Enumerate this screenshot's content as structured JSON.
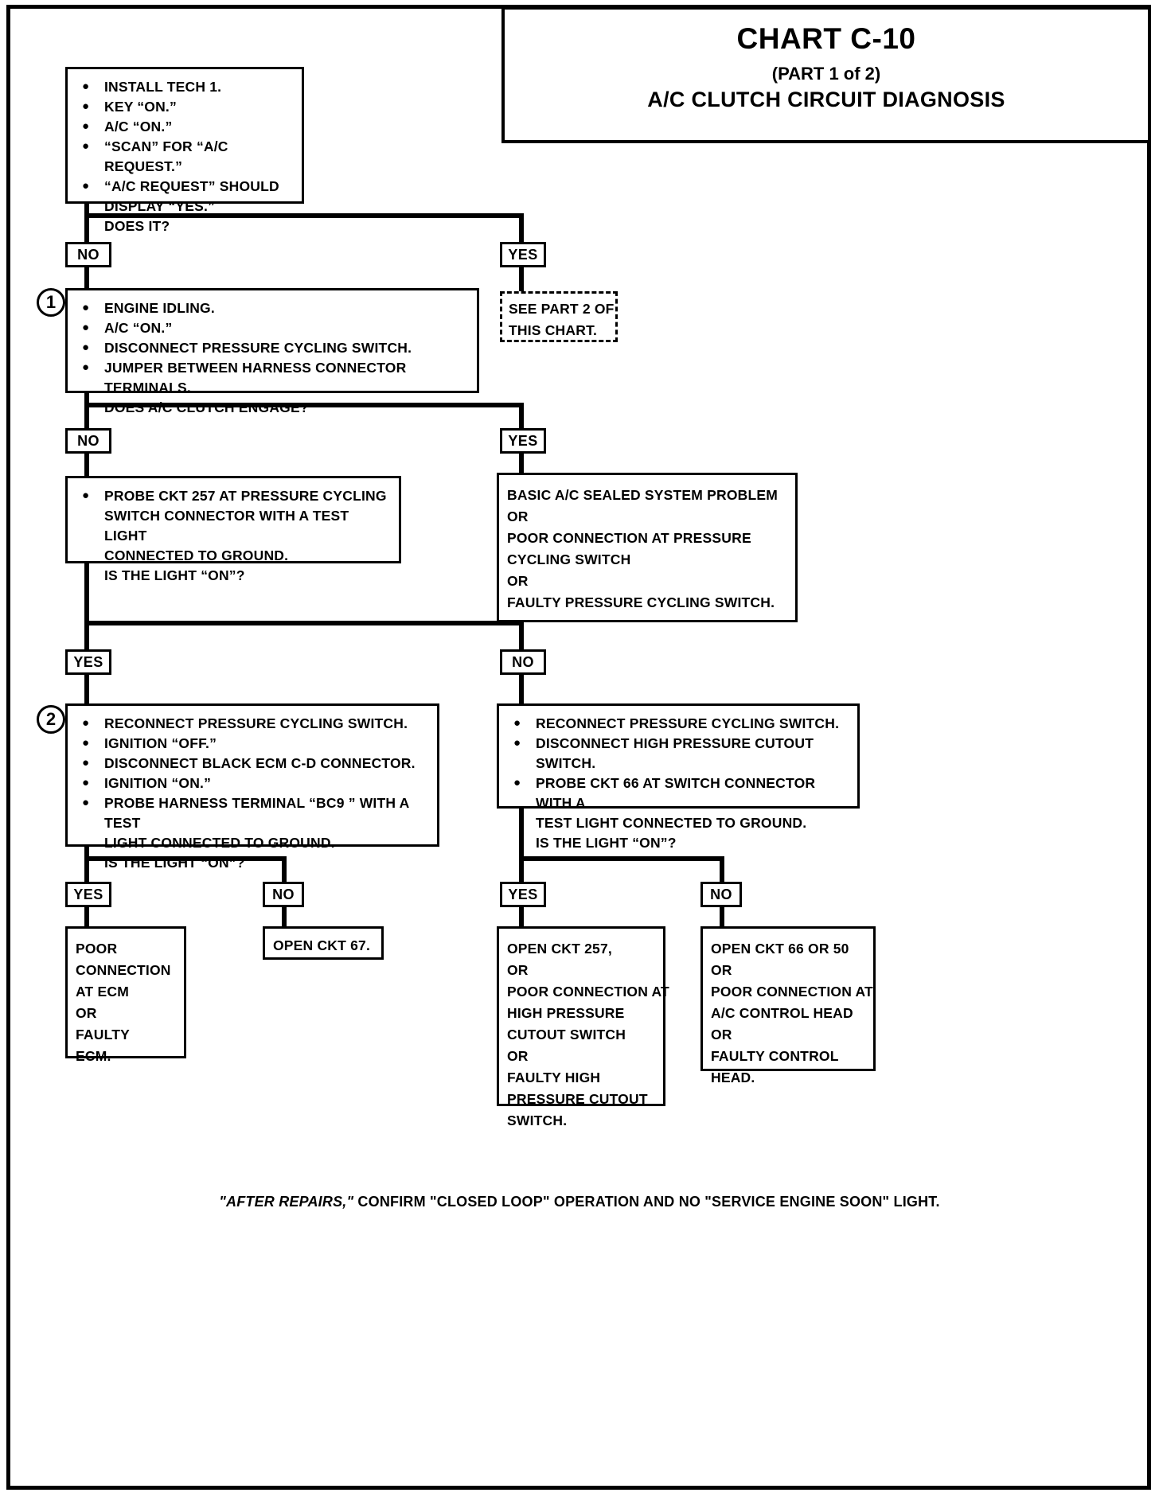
{
  "header": {
    "title": "CHART C-10",
    "part": "(PART 1 of 2)",
    "subtitle": "A/C CLUTCH CIRCUIT DIAGNOSIS"
  },
  "footer": {
    "prefix": "\"AFTER REPAIRS,\"",
    "rest": " CONFIRM \"CLOSED LOOP\" OPERATION AND NO \"SERVICE ENGINE SOON\" LIGHT."
  },
  "steps": {
    "one": "1",
    "two": "2"
  },
  "labels": {
    "no": "NO",
    "yes": "YES"
  },
  "boxes": {
    "start": {
      "lines": [
        {
          "bullet": true,
          "text": "INSTALL TECH 1."
        },
        {
          "bullet": true,
          "text": "KEY “ON.”"
        },
        {
          "bullet": true,
          "text": "A/C “ON.”"
        },
        {
          "bullet": true,
          "text": "“SCAN” FOR “A/C REQUEST.”"
        },
        {
          "bullet": true,
          "text": "“A/C REQUEST” SHOULD"
        },
        {
          "bullet": false,
          "text": "DISPLAY “YES.”"
        },
        {
          "bullet": false,
          "text": "DOES IT?"
        }
      ]
    },
    "see_part2": {
      "lines": [
        "SEE PART 2 OF",
        "THIS CHART."
      ]
    },
    "step1": {
      "lines": [
        {
          "bullet": true,
          "text": "ENGINE IDLING."
        },
        {
          "bullet": true,
          "text": "A/C “ON.”"
        },
        {
          "bullet": true,
          "text": "DISCONNECT PRESSURE CYCLING SWITCH."
        },
        {
          "bullet": true,
          "text": " JUMPER BETWEEN HARNESS CONNECTOR TERMINALS."
        },
        {
          "bullet": false,
          "text": "DOES A/C CLUTCH ENGAGE?"
        }
      ]
    },
    "probe257": {
      "lines": [
        {
          "bullet": true,
          "text": "PROBE CKT 257 AT PRESSURE CYCLING"
        },
        {
          "bullet": false,
          "text": "SWITCH CONNECTOR WITH A TEST LIGHT"
        },
        {
          "bullet": false,
          "text": "CONNECTED TO GROUND."
        },
        {
          "bullet": false,
          "text": "IS THE LIGHT “ON”?"
        }
      ]
    },
    "basic_ac": {
      "lines": [
        "BASIC A/C SEALED SYSTEM PROBLEM",
        "OR",
        "POOR CONNECTION AT PRESSURE",
        "CYCLING SWITCH",
        "OR",
        "FAULTY PRESSURE CYCLING SWITCH."
      ]
    },
    "step2": {
      "lines": [
        {
          "bullet": true,
          "text": "RECONNECT PRESSURE CYCLING SWITCH."
        },
        {
          "bullet": true,
          "text": "IGNITION “OFF.”"
        },
        {
          "bullet": true,
          "text": "DISCONNECT BLACK ECM C-D CONNECTOR."
        },
        {
          "bullet": true,
          "text": "IGNITION “ON.”"
        },
        {
          "bullet": true,
          "text": "PROBE HARNESS TERMINAL “BC9 ” WITH A TEST"
        },
        {
          "bullet": false,
          "text": "LIGHT CONNECTED TO GROUND."
        },
        {
          "bullet": false,
          "text": "IS THE LIGHT “ON”?"
        }
      ]
    },
    "right_probe66": {
      "lines": [
        {
          "bullet": true,
          "text": "RECONNECT PRESSURE CYCLING SWITCH."
        },
        {
          "bullet": true,
          "text": "DISCONNECT HIGH PRESSURE CUTOUT SWITCH."
        },
        {
          "bullet": true,
          "text": "PROBE CKT 66  AT SWITCH CONNECTOR WITH A"
        },
        {
          "bullet": false,
          "text": "TEST LIGHT CONNECTED TO GROUND."
        },
        {
          "bullet": false,
          "text": "IS THE LIGHT “ON”?"
        }
      ]
    },
    "poor_ecm": {
      "lines": [
        "POOR",
        "CONNECTION",
        "AT ECM",
        "OR",
        "FAULTY",
        "ECM."
      ]
    },
    "open67": {
      "lines": [
        "OPEN CKT 67."
      ]
    },
    "open257": {
      "lines": [
        "OPEN CKT 257,",
        "OR",
        "POOR CONNECTION AT",
        "HIGH PRESSURE",
        "CUTOUT SWITCH",
        "OR",
        "FAULTY HIGH",
        "PRESSURE CUTOUT",
        "SWITCH."
      ]
    },
    "open66": {
      "lines": [
        "OPEN CKT 66 OR 50",
        "OR",
        "POOR CONNECTION AT",
        "A/C CONTROL HEAD",
        "OR",
        "FAULTY CONTROL",
        "HEAD."
      ]
    }
  }
}
